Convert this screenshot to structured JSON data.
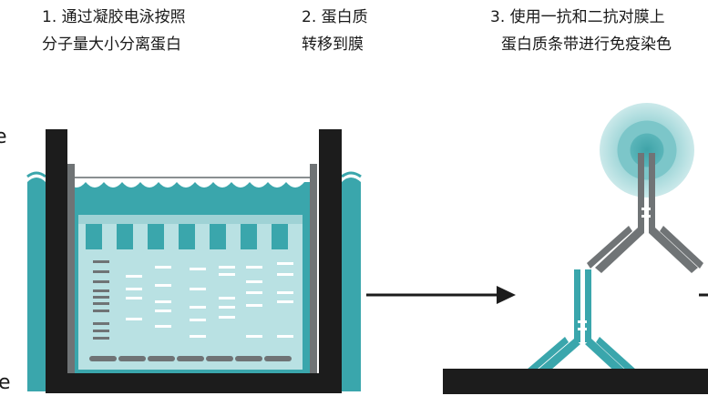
{
  "steps": [
    {
      "line1": "1. 通过凝胶电泳按照",
      "line2": "分子量大小分离蛋白"
    },
    {
      "line1": "2. 蛋白质",
      "line2": "转移到膜"
    },
    {
      "line1": "3. 使用一抗和二抗对膜上",
      "line2": "蛋白质条带进行免疫染色"
    }
  ],
  "edge_fragments": {
    "top": "e",
    "bottom": "e"
  },
  "colors": {
    "teal": "#3aa6ac",
    "teal_light": "#a8d8dc",
    "teal_gel": "#b9e1e3",
    "dark": "#1c1c1c",
    "gray": "#707476",
    "glow": "#5fb9bd"
  },
  "icons": [
    "electrophoresis-tank",
    "arrow-right",
    "secondary-antibody",
    "primary-antibody",
    "membrane-bar"
  ]
}
